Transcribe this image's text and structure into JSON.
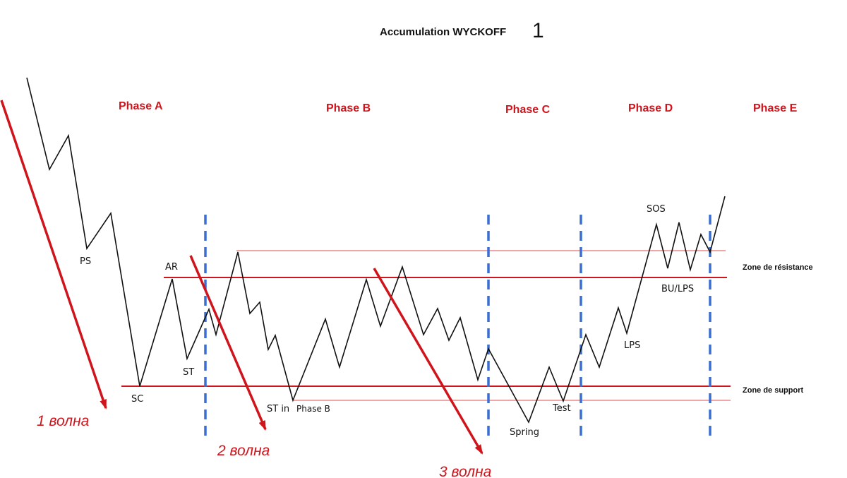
{
  "title": {
    "main": "Accumulation WYCKOFF",
    "number": "1"
  },
  "phases": [
    "Phase A",
    "Phase B",
    "Phase C",
    "Phase D",
    "Phase E"
  ],
  "labels": {
    "ps": "PS",
    "sc": "SC",
    "ar": "AR",
    "st": "ST",
    "st_in": "ST in",
    "phase_b_small": "Phase B",
    "spring": "Spring",
    "test": "Test",
    "lps": "LPS",
    "sos": "SOS",
    "bu_lps": "BU/LPS"
  },
  "zones": {
    "resistance": "Zone de résistance",
    "support": "Zone de support"
  },
  "waves": [
    "1 волна",
    "2 волна",
    "3 волна"
  ],
  "colors": {
    "red": "#d0141c",
    "blue": "#3a6fd0",
    "line": "#111111",
    "thin_red": "#e87070"
  }
}
